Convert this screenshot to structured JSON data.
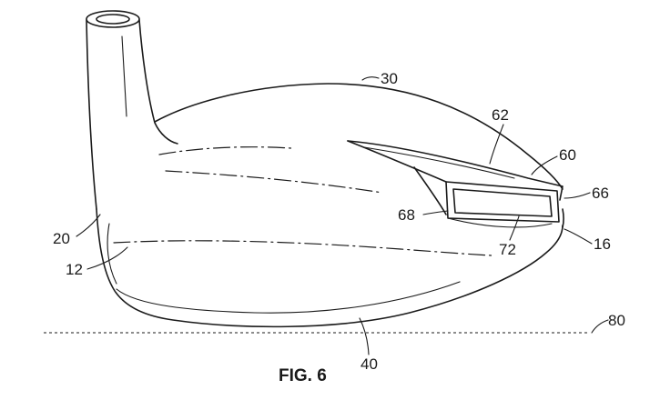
{
  "caption": "FIG. 6",
  "labels": {
    "l30": "30",
    "l62": "62",
    "l60": "60",
    "l66": "66",
    "l68": "68",
    "l72": "72",
    "l16": "16",
    "l20": "20",
    "l12": "12",
    "l40": "40",
    "l80": "80"
  }
}
